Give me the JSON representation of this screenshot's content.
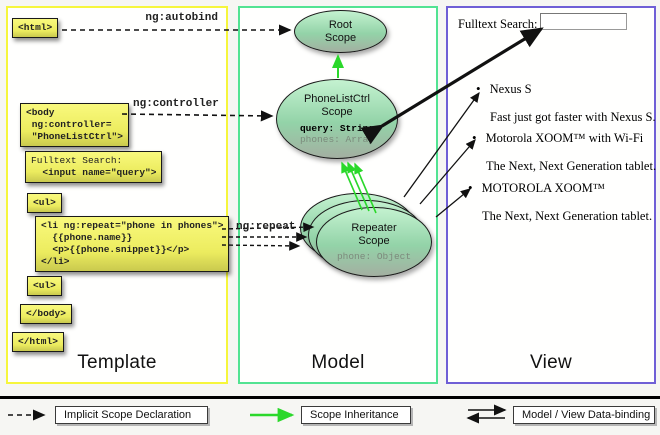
{
  "columns": {
    "template_label": "Template",
    "model_label": "Model",
    "view_label": "View"
  },
  "template": {
    "html_open": "<html>",
    "body_open": "<body\n ng:controller=\n \"PhoneListCtrl\">",
    "fulltext_label": "Fulltext Search:",
    "fulltext_input": "  <input name=\"query\">",
    "ul_open": "<ul>",
    "li_repeat": "<li ng:repeat=\"phone in phones\">\n  {{phone.name}}\n  <p>{{phone.snippet}}</p>\n</li>",
    "ul_close": "<ul>",
    "body_close": "</body>",
    "html_close": "</html>"
  },
  "relations": {
    "autobind": "ng:autobind",
    "controller": "ng:controller",
    "repeat": "ng:repeat"
  },
  "model": {
    "root_scope": {
      "title": "Root\nScope"
    },
    "phonelist_scope": {
      "title": "PhoneListCtrl\nScope",
      "prop_query": "query: String",
      "prop_phones": "phones: Array"
    },
    "repeater_scope": {
      "title": "Repeater\nScope",
      "prop_phone": "phone: Object"
    }
  },
  "view": {
    "search_label": "Fulltext Search:",
    "search_value": "",
    "items": [
      {
        "name": "Nexus S",
        "desc": "Fast just got faster with Nexus S."
      },
      {
        "name": "Motorola XOOM™  with Wi-Fi",
        "desc": "The Next, Next Generation tablet."
      },
      {
        "name": "MOTOROLA XOOM™",
        "desc": "The Next, Next Generation tablet."
      }
    ]
  },
  "legend": {
    "implicit": "Implicit Scope Declaration",
    "inheritance": "Scope Inheritance",
    "databinding": "Model / View Data-binding"
  },
  "colors": {
    "template_border": "#f6f63c",
    "model_border": "#52e392",
    "view_border": "#6f5fd6",
    "code_box": "#ecec5f",
    "scope_fill_top": "#c4f2d0",
    "scope_fill_bottom": "#a3afa1",
    "inheritance_green": "#2bd82b",
    "arrow_black": "#111111"
  }
}
